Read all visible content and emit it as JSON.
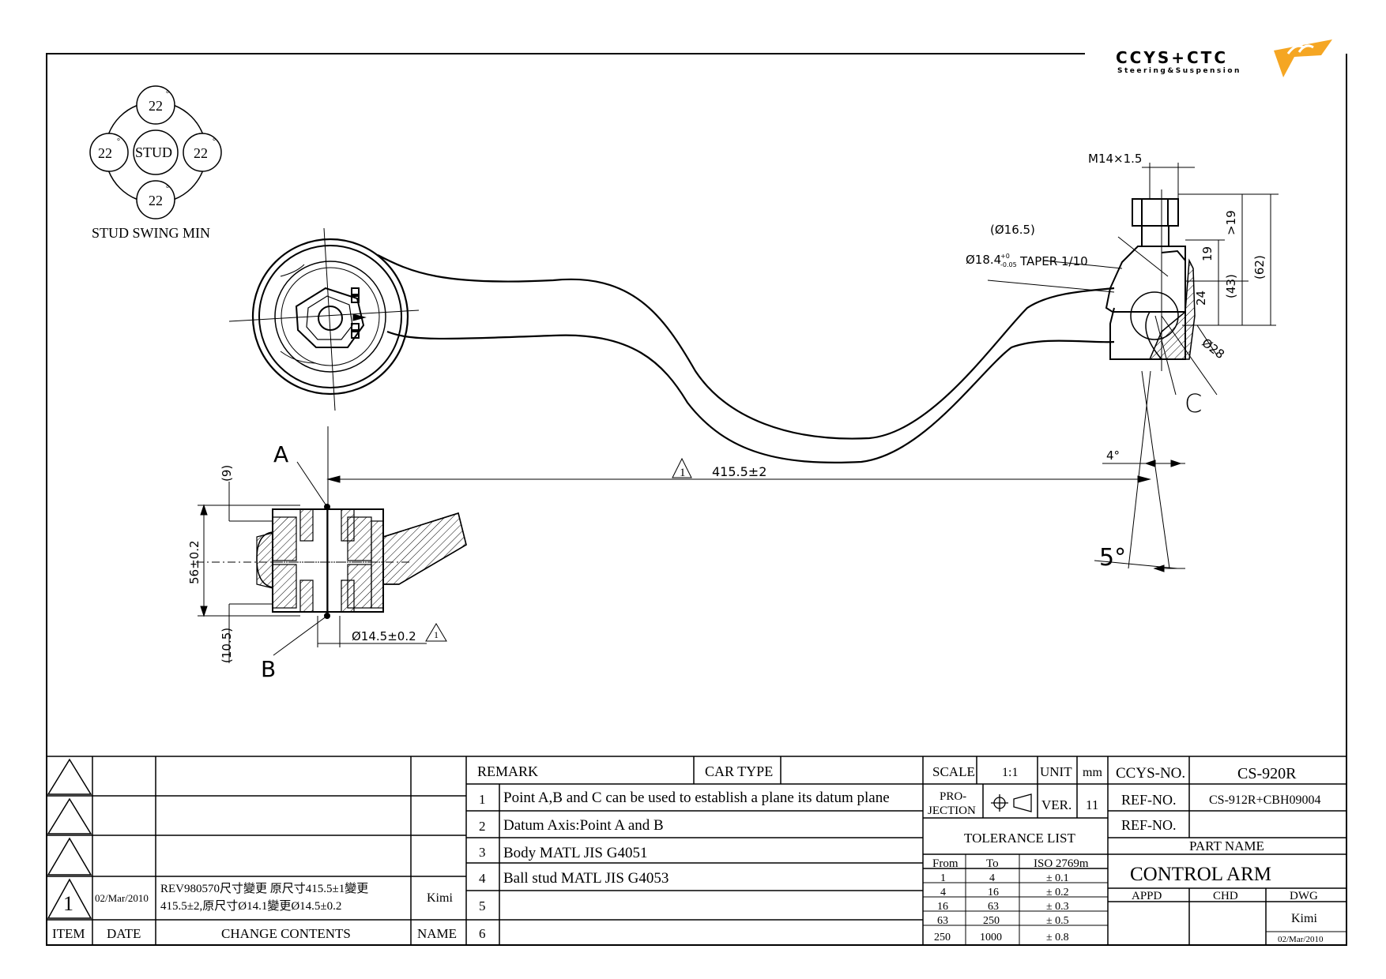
{
  "logo": {
    "brand": "CCYS+CTC",
    "tagline": "Steering&Suspension"
  },
  "swing": {
    "top": "22",
    "left": "22",
    "right": "22",
    "bottom": "22",
    "center": "STUD",
    "caption": "STUD SWING MIN",
    "degree": "°"
  },
  "dims": {
    "m14": "M14×1.5",
    "d165": "(Ø16.5)",
    "d184": "Ø18.4",
    "d184_tol_plus": "+0",
    "d184_tol_minus": "-0.05",
    "taper": "TAPER 1/10",
    "gt19": ">19",
    "n19": "19",
    "n24": "24",
    "n43": "(43)",
    "n62": "(62)",
    "d28": "Ø28",
    "deg4": "4°",
    "deg5": "5°",
    "length": "415.5±2",
    "flag1": "1",
    "p9": "(9)",
    "h56": "56±0.2",
    "p105": "(10.5)",
    "bore": "Ø14.5±0.2",
    "pointA": "A",
    "pointB": "B",
    "pointC": "C"
  },
  "revision": {
    "rows": [
      {
        "item": "",
        "date": "",
        "contents": "",
        "name": ""
      },
      {
        "item": "",
        "date": "",
        "contents": "",
        "name": ""
      },
      {
        "item": "",
        "date": "",
        "contents": "",
        "name": ""
      },
      {
        "item": "1",
        "date": "02/Mar/2010",
        "contents_line1": "REV980570尺寸變更 原尺寸415.5±1變更",
        "contents_line2": "415.5±2,原尺寸Ø14.1變更Ø14.5±0.2",
        "name": "Kimi"
      }
    ],
    "headers": {
      "item": "ITEM",
      "date": "DATE",
      "contents": "CHANGE CONTENTS",
      "name": "NAME"
    }
  },
  "remarks": {
    "header": "REMARK",
    "car_type_label": "CAR TYPE",
    "car_type_value": "",
    "rows": [
      {
        "no": "1",
        "text": "Point A,B and C can be used to establish a plane its datum plane"
      },
      {
        "no": "2",
        "text": "Datum Axis:Point A and B"
      },
      {
        "no": "3",
        "text": "Body MATL JIS G4051"
      },
      {
        "no": "4",
        "text": "Ball stud MATL JIS G4053"
      },
      {
        "no": "5",
        "text": ""
      },
      {
        "no": "6",
        "text": ""
      }
    ]
  },
  "specs": {
    "scale_label": "SCALE",
    "scale_value": "1:1",
    "unit_label": "UNIT",
    "unit_value": "mm",
    "projection_label1": "PRO-",
    "projection_label2": "JECTION",
    "ver_label": "VER.",
    "ver_value": "11",
    "tolerance_title": "TOLERANCE LIST",
    "tol_headers": {
      "from": "From",
      "to": "To",
      "iso": "ISO 2769m"
    },
    "tolerances": [
      {
        "from": "1",
        "to": "4",
        "tol": "± 0.1"
      },
      {
        "from": "4",
        "to": "16",
        "tol": "± 0.2"
      },
      {
        "from": "16",
        "to": "63",
        "tol": "± 0.3"
      },
      {
        "from": "63",
        "to": "250",
        "tol": "± 0.5"
      },
      {
        "from": "250",
        "to": "1000",
        "tol": "± 0.8"
      }
    ]
  },
  "titleblock": {
    "ccys_label": "CCYS-NO.",
    "ccys_value": "CS-920R",
    "ref1_label": "REF-NO.",
    "ref1_value": "CS-912R+CBH09004",
    "ref2_label": "REF-NO.",
    "ref2_value": "",
    "part_name_label": "PART NAME",
    "part_name": "CONTROL ARM",
    "appd": "APPD",
    "chd": "CHD",
    "dwg": "DWG",
    "dwg_name": "Kimi",
    "dwg_date": "02/Mar/2010"
  },
  "colors": {
    "logo_gray": "#8c8c8c",
    "logo_orange": "#f5a623",
    "line": "#000000",
    "hatch": "#000000"
  }
}
